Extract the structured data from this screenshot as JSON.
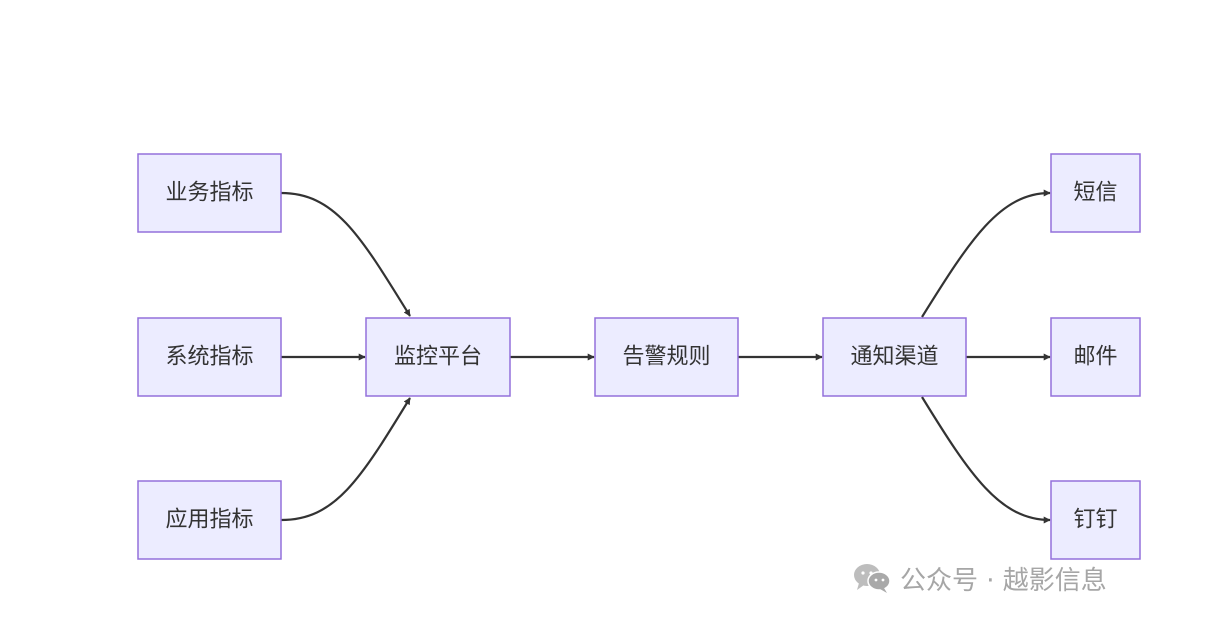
{
  "diagram": {
    "nodes": [
      {
        "id": "biz",
        "label": "业务指标"
      },
      {
        "id": "sys",
        "label": "系统指标"
      },
      {
        "id": "app",
        "label": "应用指标"
      },
      {
        "id": "monitor",
        "label": "监控平台"
      },
      {
        "id": "rules",
        "label": "告警规则"
      },
      {
        "id": "channels",
        "label": "通知渠道"
      },
      {
        "id": "sms",
        "label": "短信"
      },
      {
        "id": "mail",
        "label": "邮件"
      },
      {
        "id": "dingtalk",
        "label": "钉钉"
      }
    ],
    "edges": [
      {
        "from": "biz",
        "to": "monitor"
      },
      {
        "from": "sys",
        "to": "monitor"
      },
      {
        "from": "app",
        "to": "monitor"
      },
      {
        "from": "monitor",
        "to": "rules"
      },
      {
        "from": "rules",
        "to": "channels"
      },
      {
        "from": "channels",
        "to": "sms"
      },
      {
        "from": "channels",
        "to": "mail"
      },
      {
        "from": "channels",
        "to": "dingtalk"
      }
    ],
    "colors": {
      "node_fill": "#ECECFF",
      "node_stroke": "#9370DB",
      "edge": "#333333",
      "text": "#333333"
    }
  },
  "watermark": {
    "icon": "wechat-icon",
    "text": "公众号 · 越影信息"
  }
}
